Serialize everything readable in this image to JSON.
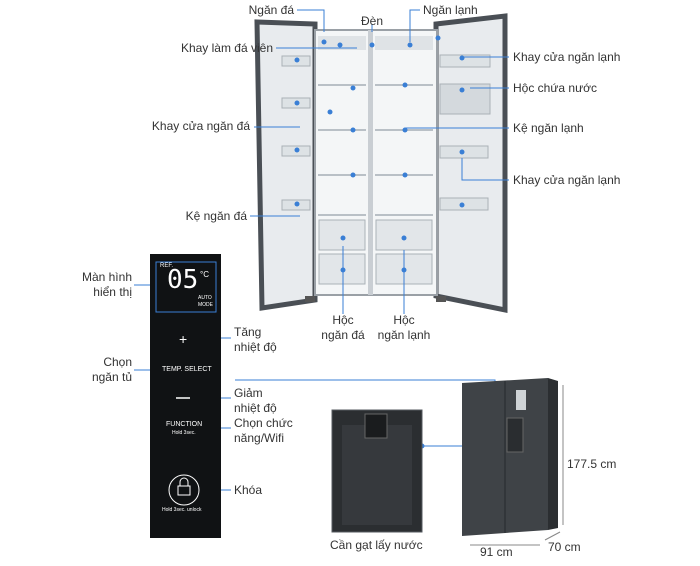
{
  "labels": {
    "ngan_da_top": "Ngăn đá",
    "den": "Đèn",
    "ngan_lanh_top": "Ngăn lạnh",
    "khay_lam_da": "Khay làm đá viên",
    "khay_cua_ngan_lanh_1": "Khay cửa ngăn lạnh",
    "hoc_chua_nuoc": "Hộc chứa nước",
    "khay_cua_ngan_da": "Khay cửa ngăn đá",
    "ke_ngan_lanh": "Kệ ngăn lạnh",
    "khay_cua_ngan_lanh_2": "Khay cửa ngăn lạnh",
    "ke_ngan_da": "Kệ ngăn đá",
    "hoc_ngan_da_1": "Hộc",
    "hoc_ngan_da_2": "ngăn đá",
    "hoc_ngan_lanh_1": "Hộc",
    "hoc_ngan_lanh_2": "ngăn lạnh",
    "man_hinh_1": "Màn hình",
    "man_hinh_2": "hiển thị",
    "tang_1": "Tăng",
    "tang_2": "nhiệt độ",
    "chon_1": "Chọn",
    "chon_2": "ngăn tủ",
    "giam_1": "Giảm",
    "giam_2": "nhiệt độ",
    "chon_chuc_1": "Chọn chức",
    "chon_chuc_2": "năng/Wifi",
    "khoa": "Khóa",
    "can_gat": "Cần gạt lấy nước",
    "height": "177.5 cm",
    "width": "91 cm",
    "depth": "70 cm"
  },
  "panel": {
    "ref": "REF.",
    "digits": "05",
    "unit": "°C",
    "auto": "AUTO",
    "mode": "MODE",
    "plus": "+",
    "temp_select": "TEMP. SELECT",
    "function": "FUNCTION",
    "hold3": "Hold 3sec.",
    "hold_unlock": "Hold 3sec. unlock"
  },
  "colors": {
    "leader": "#3a7fd5",
    "fridge_body": "#3f4347",
    "panel_bg": "#101214"
  }
}
